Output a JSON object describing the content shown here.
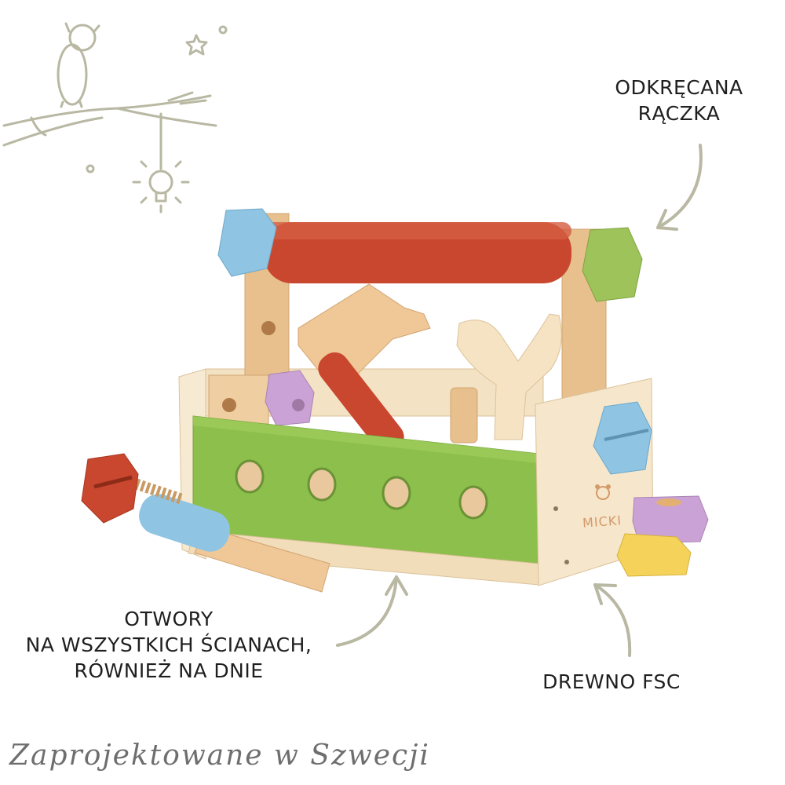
{
  "labels": {
    "handle": [
      "ODKRĘCANA",
      "RĄCZKA"
    ],
    "holes": [
      "OTWORY",
      "NA WSZYSTKICH ŚCIANACH,",
      "RÓWNIEŻ NA DNIE"
    ],
    "wood": "DREWNO FSC"
  },
  "brand_text": "MICKI",
  "tagline": "Zaprojektowane w Szwecji",
  "icons": {
    "decoration": "mouse-on-branch-illustration",
    "arrows": "curved-pointer-arrow"
  },
  "colors": {
    "green_panel": "#8cbf4c",
    "red_handle": "#c9472f",
    "blue_nut": "#8fc4e3",
    "lime_nut": "#9dc35a",
    "pink_nut": "#cba2d6",
    "yellow_nut": "#f5d25a",
    "wood": "#f2dcbc",
    "sketch": "#b9b8a3"
  }
}
